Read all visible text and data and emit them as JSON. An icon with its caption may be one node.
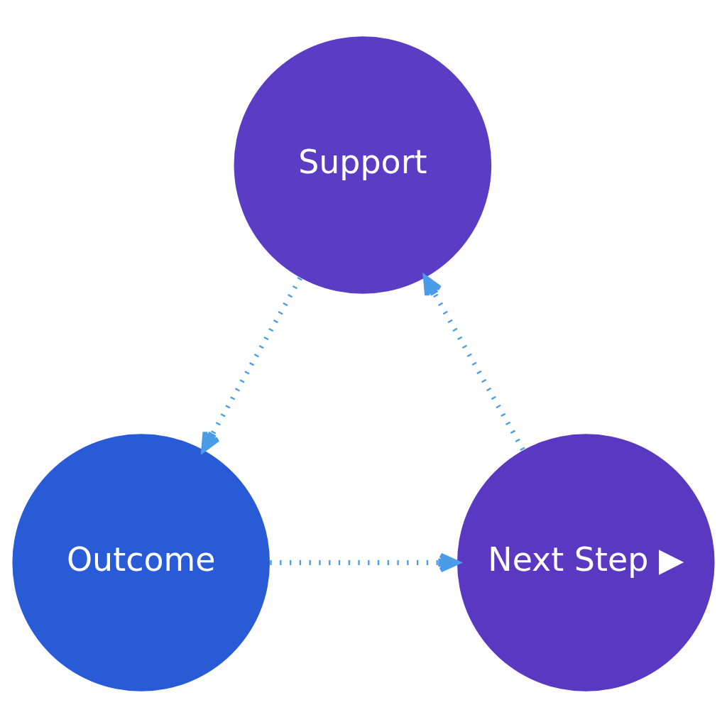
{
  "diagram": {
    "nodes": [
      {
        "text": [
          "Support"
        ]
      },
      {
        "text": [
          "Outcome"
        ]
      },
      {
        "text": [
          "Next Step ▶"
        ]
      }
    ],
    "edges": [
      {
        "from": 0,
        "to": 1,
        "arrow": "to"
      },
      {
        "from": 1,
        "to": 2,
        "arrow": "to"
      },
      {
        "from": 2,
        "to": 0,
        "arrow": "to"
      }
    ]
  }
}
